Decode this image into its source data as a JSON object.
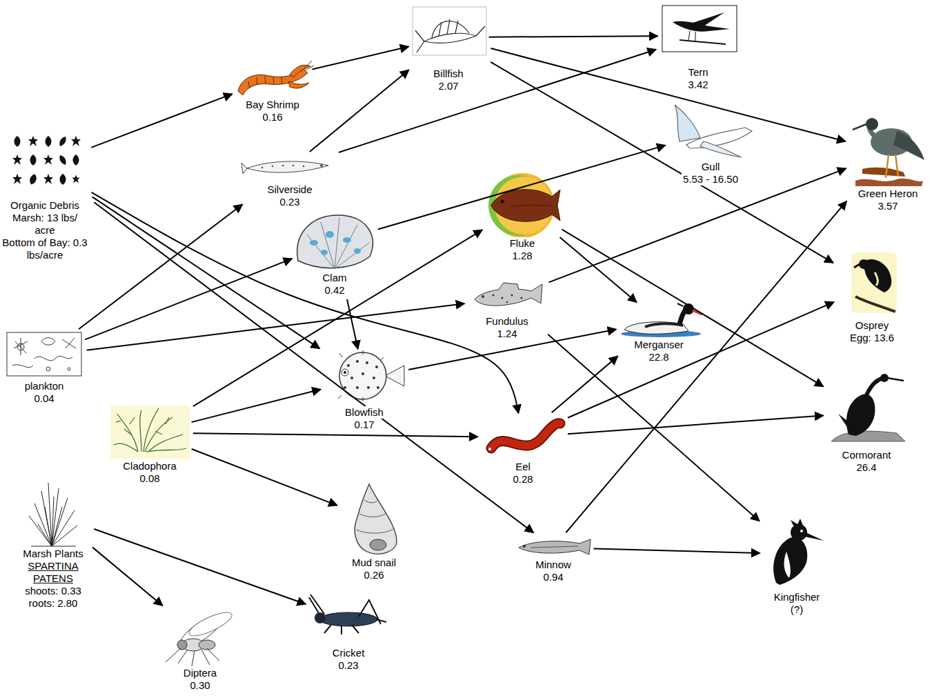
{
  "diagram": {
    "nodes": [
      {
        "text": [
          "Billfish",
          "2.07"
        ]
      },
      {
        "text": [
          "Tern",
          "3.42"
        ]
      },
      {
        "text": [
          "Bay Shrimp",
          "0.16"
        ]
      },
      {
        "text": [
          "Organic Debris",
          "Marsh: 13 lbs/ acre",
          "Bottom of Bay: 0.3 lbs/acre"
        ]
      },
      {
        "text": [
          "Gull",
          "5.53 - 16.50"
        ]
      },
      {
        "text": [
          "Silverside",
          "0.23"
        ]
      },
      {
        "text": [
          "Green Heron",
          "3.57"
        ]
      },
      {
        "text": [
          "Fluke",
          "1.28"
        ]
      },
      {
        "text": [
          "Clam",
          "0.42"
        ]
      },
      {
        "text": [
          "Osprey",
          "Egg: 13.6"
        ]
      },
      {
        "text": [
          "Fundulus",
          "1.24"
        ]
      },
      {
        "text": [
          "Merganser",
          "22.8"
        ]
      },
      {
        "text": [
          "plankton",
          "0.04"
        ]
      },
      {
        "text": [
          "Blowfish",
          "0.17"
        ]
      },
      {
        "text": [
          "Cladophora",
          "0.08"
        ]
      },
      {
        "text": [
          "Cormorant",
          "26.4"
        ]
      },
      {
        "text": [
          "Eel",
          "0.28"
        ]
      },
      {
        "text": [
          "Marsh Plants",
          "SPARTINA PATENS",
          "shoots: 0.33 roots: 2.80"
        ]
      },
      {
        "text": [
          "Mud snail",
          "0.26"
        ]
      },
      {
        "text": [
          "Minnow",
          "0.94"
        ]
      },
      {
        "text": [
          "Kingfisher",
          "(?)"
        ]
      },
      {
        "text": [
          "Cricket",
          "0.23"
        ]
      },
      {
        "text": [
          "Diptera",
          "0.30"
        ]
      }
    ],
    "edges": [
      {
        "from": 3,
        "to": 2,
        "arrow": "to"
      },
      {
        "from": 2,
        "to": 0,
        "arrow": "to"
      },
      {
        "from": 0,
        "to": 1,
        "arrow": "to"
      },
      {
        "from": 0,
        "to": 6,
        "arrow": "to"
      },
      {
        "from": 0,
        "to": 9,
        "arrow": "to"
      },
      {
        "from": 5,
        "to": 0,
        "arrow": "to"
      },
      {
        "from": 5,
        "to": 1,
        "arrow": "to"
      },
      {
        "from": 3,
        "to": 13,
        "arrow": "to"
      },
      {
        "from": 8,
        "to": 4,
        "arrow": "to"
      },
      {
        "from": 8,
        "to": 13,
        "arrow": "to"
      },
      {
        "from": 12,
        "to": 5,
        "arrow": "to"
      },
      {
        "from": 12,
        "to": 8,
        "arrow": "to"
      },
      {
        "from": 12,
        "to": 10,
        "arrow": "to"
      },
      {
        "from": 3,
        "to": 19,
        "arrow": "to"
      },
      {
        "from": 3,
        "to": 16,
        "arrow": "to"
      },
      {
        "from": 7,
        "to": 11,
        "arrow": "to"
      },
      {
        "from": 7,
        "to": 15,
        "arrow": "to"
      },
      {
        "from": 10,
        "to": 6,
        "arrow": "to"
      },
      {
        "from": 10,
        "to": 20,
        "arrow": "to"
      },
      {
        "from": 14,
        "to": 7,
        "arrow": "to"
      },
      {
        "from": 14,
        "to": 13,
        "arrow": "to"
      },
      {
        "from": 14,
        "to": 16,
        "arrow": "to"
      },
      {
        "from": 14,
        "to": 18,
        "arrow": "to"
      },
      {
        "from": 13,
        "to": 11,
        "arrow": "to"
      },
      {
        "from": 16,
        "to": 11,
        "arrow": "to"
      },
      {
        "from": 16,
        "to": 9,
        "arrow": "to"
      },
      {
        "from": 16,
        "to": 15,
        "arrow": "to"
      },
      {
        "from": 19,
        "to": 6,
        "arrow": "to"
      },
      {
        "from": 19,
        "to": 20,
        "arrow": "to"
      },
      {
        "from": 17,
        "to": 21,
        "arrow": "to"
      },
      {
        "from": 17,
        "to": 22,
        "arrow": "to"
      }
    ]
  }
}
